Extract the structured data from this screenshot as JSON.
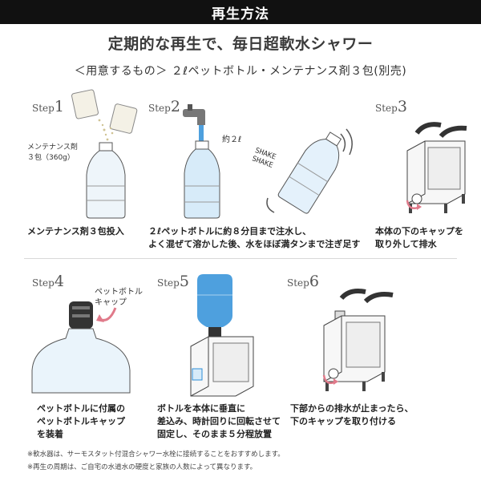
{
  "header": {
    "title": "再生方法",
    "headline": "定期的な再生で、毎日超軟水シャワー",
    "subline": "＜用意するもの＞ ２ℓペットボトル・メンテナンス剤３包(別売)"
  },
  "steps": [
    {
      "word": "Step",
      "num": "1",
      "caption_lines": [
        "メンテナンス剤３包投入"
      ],
      "side_label_lines": [
        "メンテナンス剤",
        "３包（360g）"
      ]
    },
    {
      "word": "Step",
      "num": "2",
      "caption_lines": [
        "２ℓペットボトルに約８分目まで注水し、",
        "よく混ぜて溶かした後、水をほぼ満タンまで注ぎ足す"
      ],
      "side_label": "約２ℓ",
      "shake_lines": [
        "SHAKE",
        "SHAKE"
      ]
    },
    {
      "word": "Step",
      "num": "3",
      "caption_lines": [
        "本体の下のキャップを",
        "取り外して排水"
      ]
    },
    {
      "word": "Step",
      "num": "4",
      "caption_lines": [
        "ペットボトルに付属の",
        "ペットボトルキャップ",
        "を装着"
      ],
      "side_label_lines": [
        "ペットボトル",
        "キャップ"
      ]
    },
    {
      "word": "Step",
      "num": "5",
      "caption_lines": [
        "ボトルを本体に垂直に",
        "差込み、時計回りに回転させて",
        "固定し、そのまま５分程放置"
      ]
    },
    {
      "word": "Step",
      "num": "6",
      "caption_lines": [
        "下部からの排水が止まったら、",
        "下のキャップを取り付ける"
      ]
    }
  ],
  "notes": [
    "※軟水器は、サーモスタット付混合シャワー水栓に接続することをおすすめします。",
    "※再生の周期は、ご自宅の水道水の硬度と家族の人数によって異なります。"
  ],
  "colors": {
    "title_bg": "#111111",
    "water_blue": "#2f8fd8",
    "arrow_pink": "#e07a8a",
    "powder": "#d9cfa8",
    "outline": "#444444"
  }
}
